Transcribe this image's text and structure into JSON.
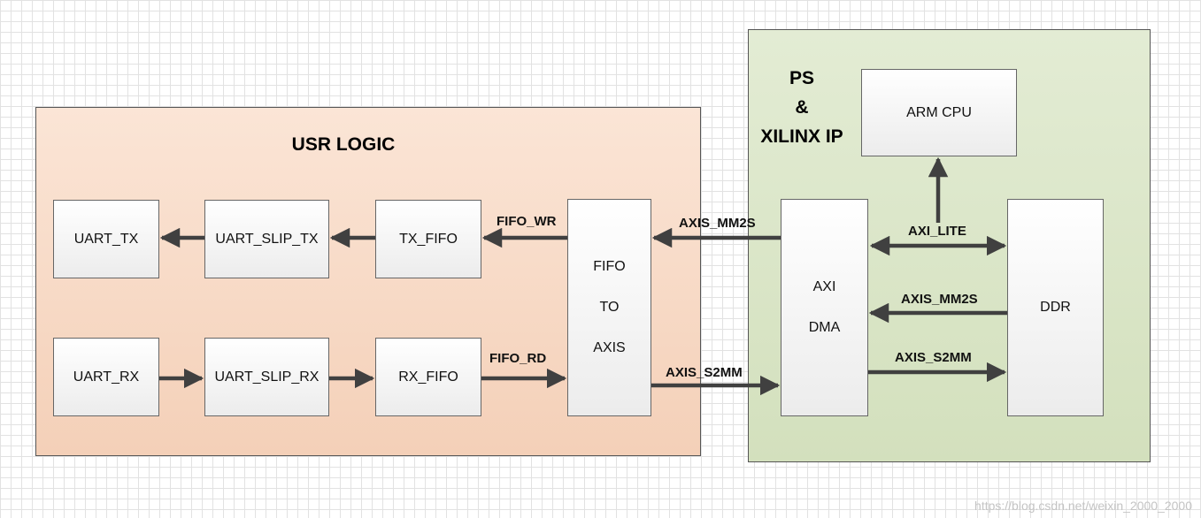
{
  "usr_logic": {
    "title": "USR LOGIC",
    "blocks": {
      "uart_tx": "UART_TX",
      "uart_slip_tx": "UART_SLIP_TX",
      "tx_fifo": "TX_FIFO",
      "uart_rx": "UART_RX",
      "uart_slip_rx": "UART_SLIP_RX",
      "rx_fifo": "RX_FIFO",
      "fifo_to_axis": [
        "FIFO",
        "TO",
        "AXIS"
      ]
    },
    "labels": {
      "fifo_wr": "FIFO_WR",
      "fifo_rd": "FIFO_RD"
    }
  },
  "ps_xilinx": {
    "title": [
      "PS",
      "&",
      "XILINX IP"
    ],
    "blocks": {
      "arm_cpu": "ARM CPU",
      "axi_dma": [
        "AXI",
        "DMA"
      ],
      "ddr": "DDR"
    },
    "labels": {
      "axi_lite": "AXI_LITE",
      "axis_mm2s": "AXIS_MM2S",
      "axis_s2mm": "AXIS_S2MM"
    }
  },
  "interface_labels": {
    "axis_mm2s": "AXIS_MM2S",
    "axis_s2mm": "AXIS_S2MM"
  },
  "colors": {
    "usr_region": "#f4d0b8",
    "ps_region": "#d3e0bd",
    "arrow": "#404040"
  },
  "watermark": "https://blog.csdn.net/weixin_2000_2000"
}
